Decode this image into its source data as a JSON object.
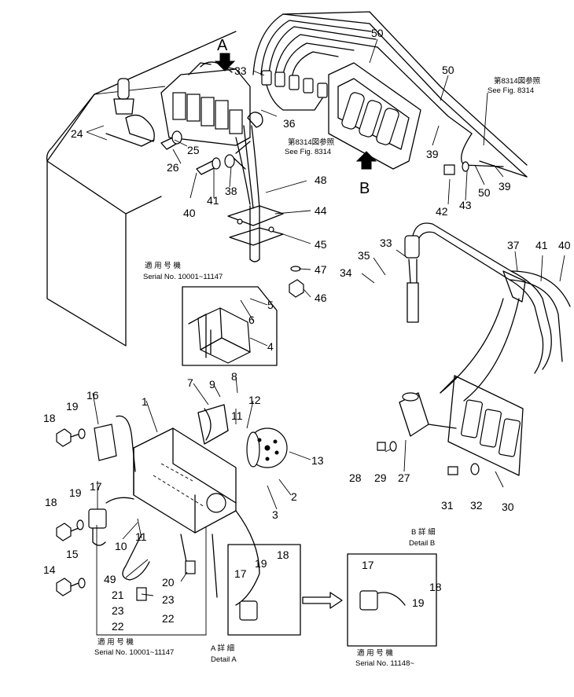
{
  "view_labels": {
    "A": "A",
    "B": "B"
  },
  "part_numbers": {
    "p1": "1",
    "p2": "2",
    "p3": "3",
    "p4": "4",
    "p5": "5",
    "p6": "6",
    "p7": "7",
    "p8": "8",
    "p9": "9",
    "p10": "10",
    "p11a": "11",
    "p11b": "11",
    "p12": "12",
    "p13": "13",
    "p14": "14",
    "p15": "15",
    "p16": "16",
    "p17a": "17",
    "p17b": "17",
    "p17c": "17",
    "p18a": "18",
    "p18b": "18",
    "p18c": "18",
    "p18d": "18",
    "p19a": "19",
    "p19b": "19",
    "p19c": "19",
    "p19d": "19",
    "p20": "20",
    "p21": "21",
    "p22a": "22",
    "p22b": "22",
    "p23a": "23",
    "p23b": "23",
    "p24": "24",
    "p25": "25",
    "p26": "26",
    "p27": "27",
    "p28": "28",
    "p29": "29",
    "p30": "30",
    "p31": "31",
    "p32": "32",
    "p33a": "33",
    "p33b": "33",
    "p34": "34",
    "p35": "35",
    "p36": "36",
    "p37": "37",
    "p38": "38",
    "p39a": "39",
    "p39b": "39",
    "p40a": "40",
    "p40b": "40",
    "p41a": "41",
    "p41b": "41",
    "p42": "42",
    "p43": "43",
    "p44": "44",
    "p45": "45",
    "p46": "46",
    "p47": "47",
    "p48": "48",
    "p49": "49",
    "p50a": "50",
    "p50b": "50",
    "p50c": "50"
  },
  "notes": {
    "see_fig_left_jp": "第8314図参照",
    "see_fig_left_en": "See Fig. 8314",
    "see_fig_right_jp": "第8314図参照",
    "see_fig_right_en": "See Fig. 8314",
    "serial_top_jp": "適 用 号 機",
    "serial_top_en": "Serial No. 10001~11147",
    "serial_a_jp": "適 用 号 機",
    "serial_a_en": "Serial No. 10001~11147",
    "detail_a_jp": "A 詳 細",
    "detail_a_en": "Detail A",
    "detail_b_jp": "B 詳 細",
    "detail_b_en": "Detail B",
    "serial_b_jp": "適 用 号 機",
    "serial_b_en": "Serial No. 11148~"
  }
}
